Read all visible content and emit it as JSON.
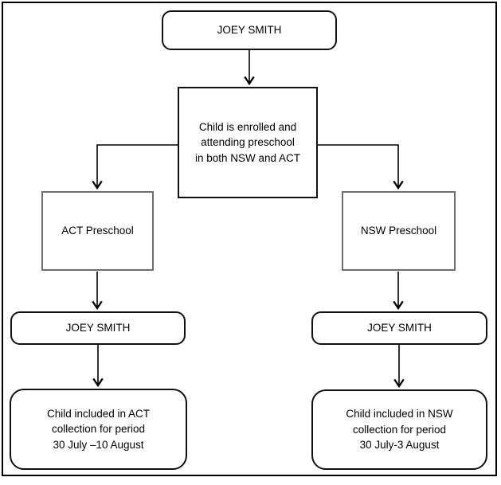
{
  "diagram": {
    "type": "flowchart",
    "colors": {
      "background": "#ffffff",
      "text": "#000000",
      "box_border": "#111111",
      "preschool_box_border": "#6e6e6e",
      "connector": "#000000"
    },
    "nodes": {
      "top_child": {
        "label": "JOEY SMITH",
        "shape": "rounded"
      },
      "enrolment": {
        "label_lines": [
          "Child is enrolled and",
          "attending preschool",
          "in both NSW and ACT"
        ],
        "shape": "rect"
      },
      "act_preschool": {
        "label": "ACT Preschool",
        "shape": "rect"
      },
      "nsw_preschool": {
        "label": "NSW Preschool",
        "shape": "rect"
      },
      "act_child": {
        "label": "JOEY SMITH",
        "shape": "rounded"
      },
      "nsw_child": {
        "label": "JOEY SMITH",
        "shape": "rounded"
      },
      "act_collection": {
        "label_lines": [
          "Child included in ACT",
          "collection for period",
          "30 July –10 August"
        ],
        "shape": "rounded"
      },
      "nsw_collection": {
        "label_lines": [
          "Child included in NSW",
          "collection for period",
          "30 July-3 August"
        ],
        "shape": "rounded"
      }
    },
    "edges": [
      {
        "from": "top_child",
        "to": "enrolment"
      },
      {
        "from": "enrolment",
        "to": "act_preschool"
      },
      {
        "from": "enrolment",
        "to": "nsw_preschool"
      },
      {
        "from": "act_preschool",
        "to": "act_child"
      },
      {
        "from": "nsw_preschool",
        "to": "nsw_child"
      },
      {
        "from": "act_child",
        "to": "act_collection"
      },
      {
        "from": "nsw_child",
        "to": "nsw_collection"
      }
    ]
  }
}
